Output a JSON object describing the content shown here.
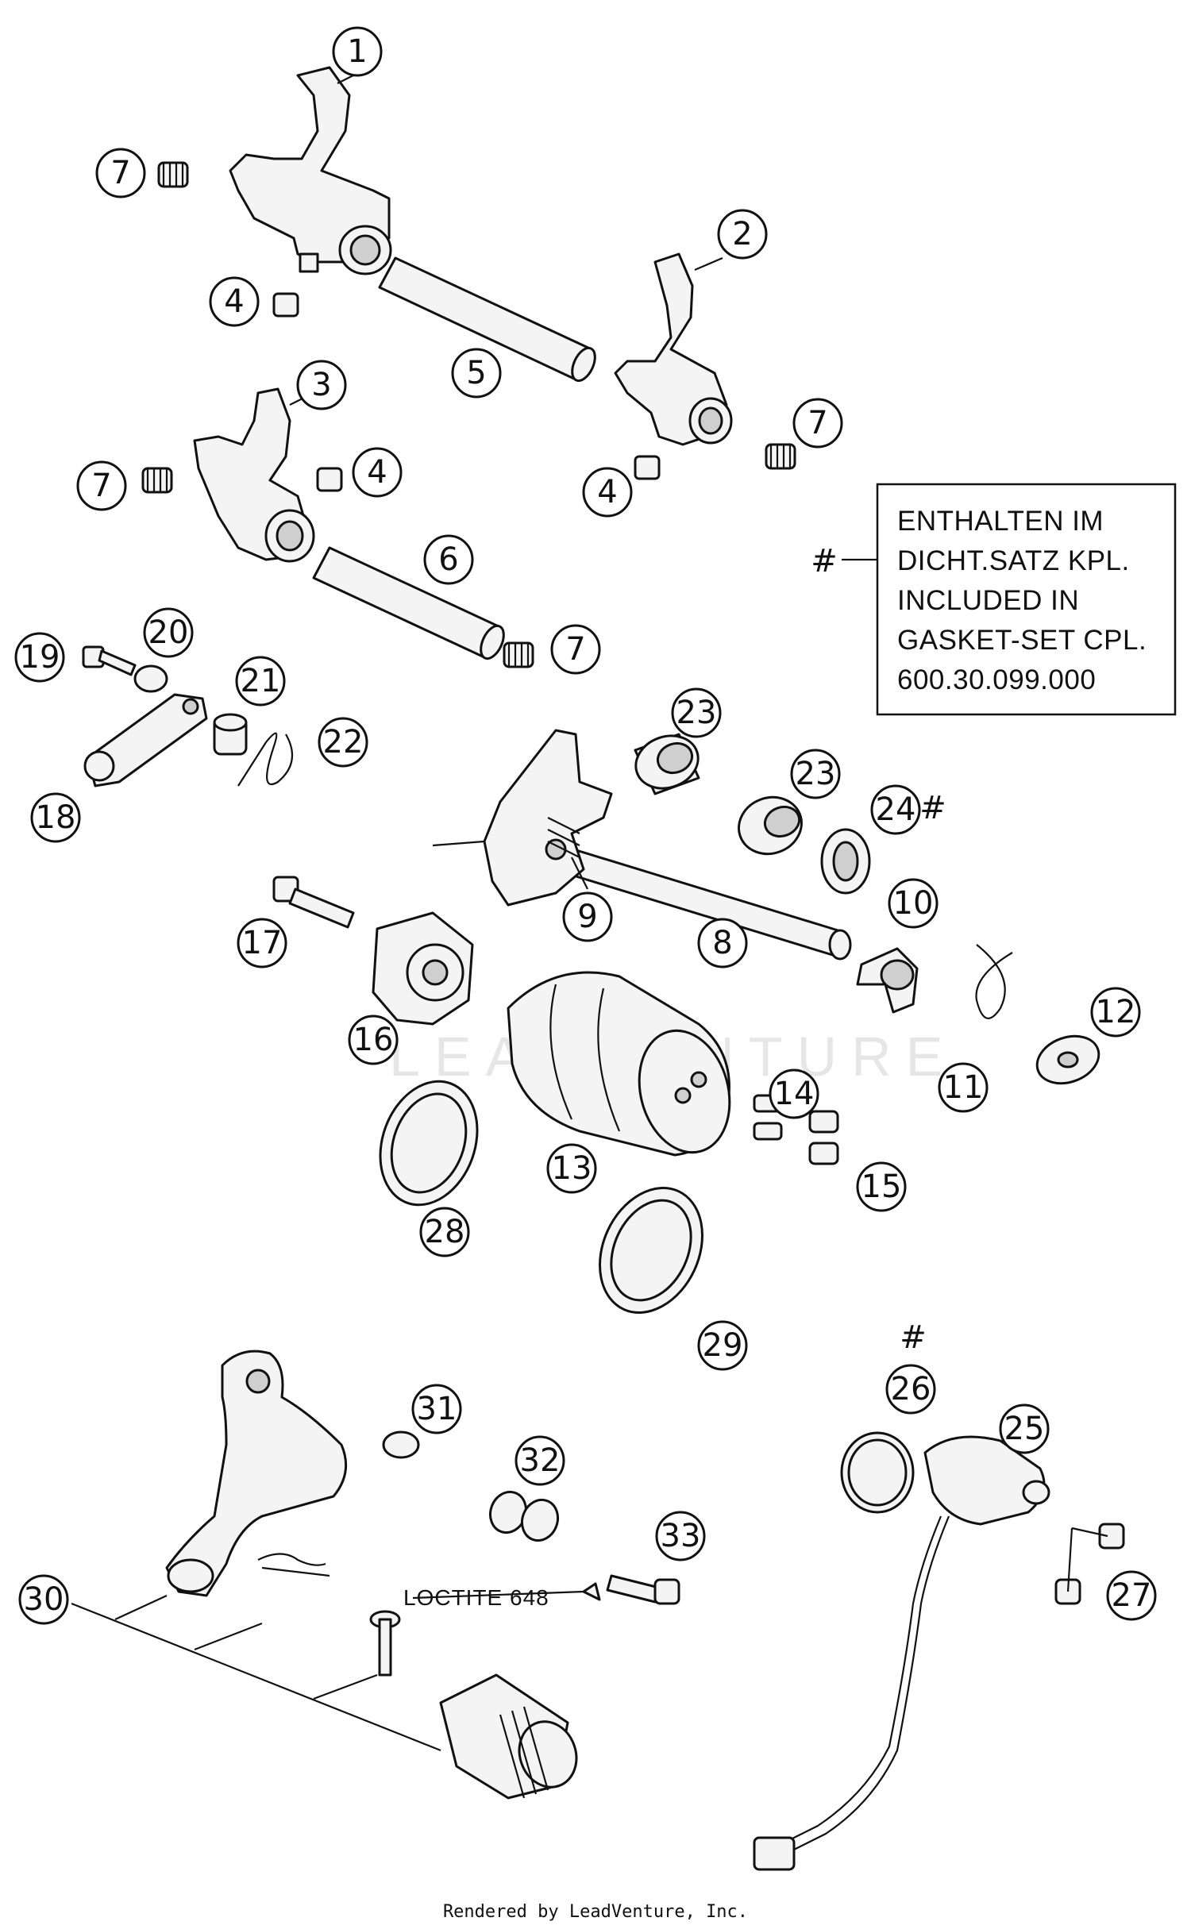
{
  "callouts": [
    {
      "id": "1",
      "label": "1"
    },
    {
      "id": "2",
      "label": "2"
    },
    {
      "id": "3",
      "label": "3"
    },
    {
      "id": "4a",
      "label": "4"
    },
    {
      "id": "4b",
      "label": "4"
    },
    {
      "id": "4c",
      "label": "4"
    },
    {
      "id": "5",
      "label": "5"
    },
    {
      "id": "6",
      "label": "6"
    },
    {
      "id": "7a",
      "label": "7"
    },
    {
      "id": "7b",
      "label": "7"
    },
    {
      "id": "7c",
      "label": "7"
    },
    {
      "id": "7d",
      "label": "7"
    },
    {
      "id": "8",
      "label": "8"
    },
    {
      "id": "9",
      "label": "9"
    },
    {
      "id": "10",
      "label": "10"
    },
    {
      "id": "11",
      "label": "11"
    },
    {
      "id": "12",
      "label": "12"
    },
    {
      "id": "13",
      "label": "13"
    },
    {
      "id": "14",
      "label": "14"
    },
    {
      "id": "15",
      "label": "15"
    },
    {
      "id": "16",
      "label": "16"
    },
    {
      "id": "17",
      "label": "17"
    },
    {
      "id": "18",
      "label": "18"
    },
    {
      "id": "19",
      "label": "19"
    },
    {
      "id": "20",
      "label": "20"
    },
    {
      "id": "21",
      "label": "21"
    },
    {
      "id": "22",
      "label": "22"
    },
    {
      "id": "23a",
      "label": "23"
    },
    {
      "id": "23b",
      "label": "23"
    },
    {
      "id": "24",
      "label": "24"
    },
    {
      "id": "25",
      "label": "25"
    },
    {
      "id": "26",
      "label": "26"
    },
    {
      "id": "27",
      "label": "27"
    },
    {
      "id": "28",
      "label": "28"
    },
    {
      "id": "29",
      "label": "29"
    },
    {
      "id": "30",
      "label": "30"
    },
    {
      "id": "31",
      "label": "31"
    },
    {
      "id": "32",
      "label": "32"
    },
    {
      "id": "33",
      "label": "33"
    }
  ],
  "marks": {
    "hash": "#"
  },
  "note": {
    "lines": [
      "ENTHALTEN IM",
      "DICHT.SATZ KPL.",
      "INCLUDED IN",
      "GASKET-SET CPL.",
      "600.30.099.000"
    ]
  },
  "loctite": "LOCTITE 648",
  "watermark": "LEADVENTURE",
  "footer": "Rendered by LeadVenture, Inc."
}
